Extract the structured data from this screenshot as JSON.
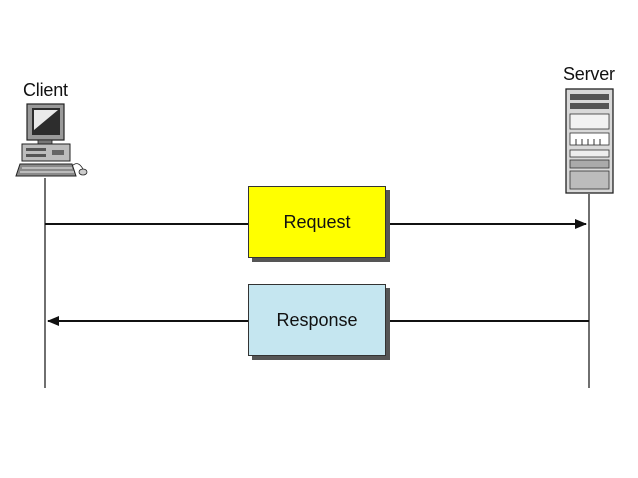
{
  "client": {
    "label": "Client"
  },
  "server": {
    "label": "Server"
  },
  "messages": [
    {
      "label": "Request",
      "direction": "client-to-server",
      "fill": "#ffff00"
    },
    {
      "label": "Response",
      "direction": "server-to-client",
      "fill": "#c5e6f0"
    }
  ],
  "colors": {
    "line": "#111111",
    "shadow": "#555555"
  }
}
